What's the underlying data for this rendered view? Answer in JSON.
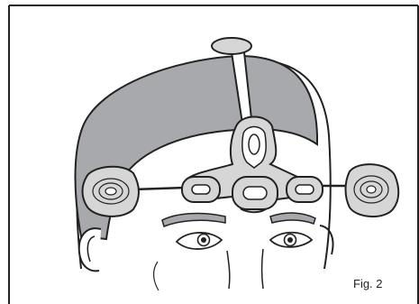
{
  "figure": {
    "caption": "Fig. 2",
    "colors": {
      "line": "#222222",
      "hair": "#a7a9ac",
      "sensor_fill": "#d6d6d6",
      "background": "#ffffff"
    },
    "icons": [
      "head-illustration",
      "electrode-sensor-array"
    ]
  }
}
